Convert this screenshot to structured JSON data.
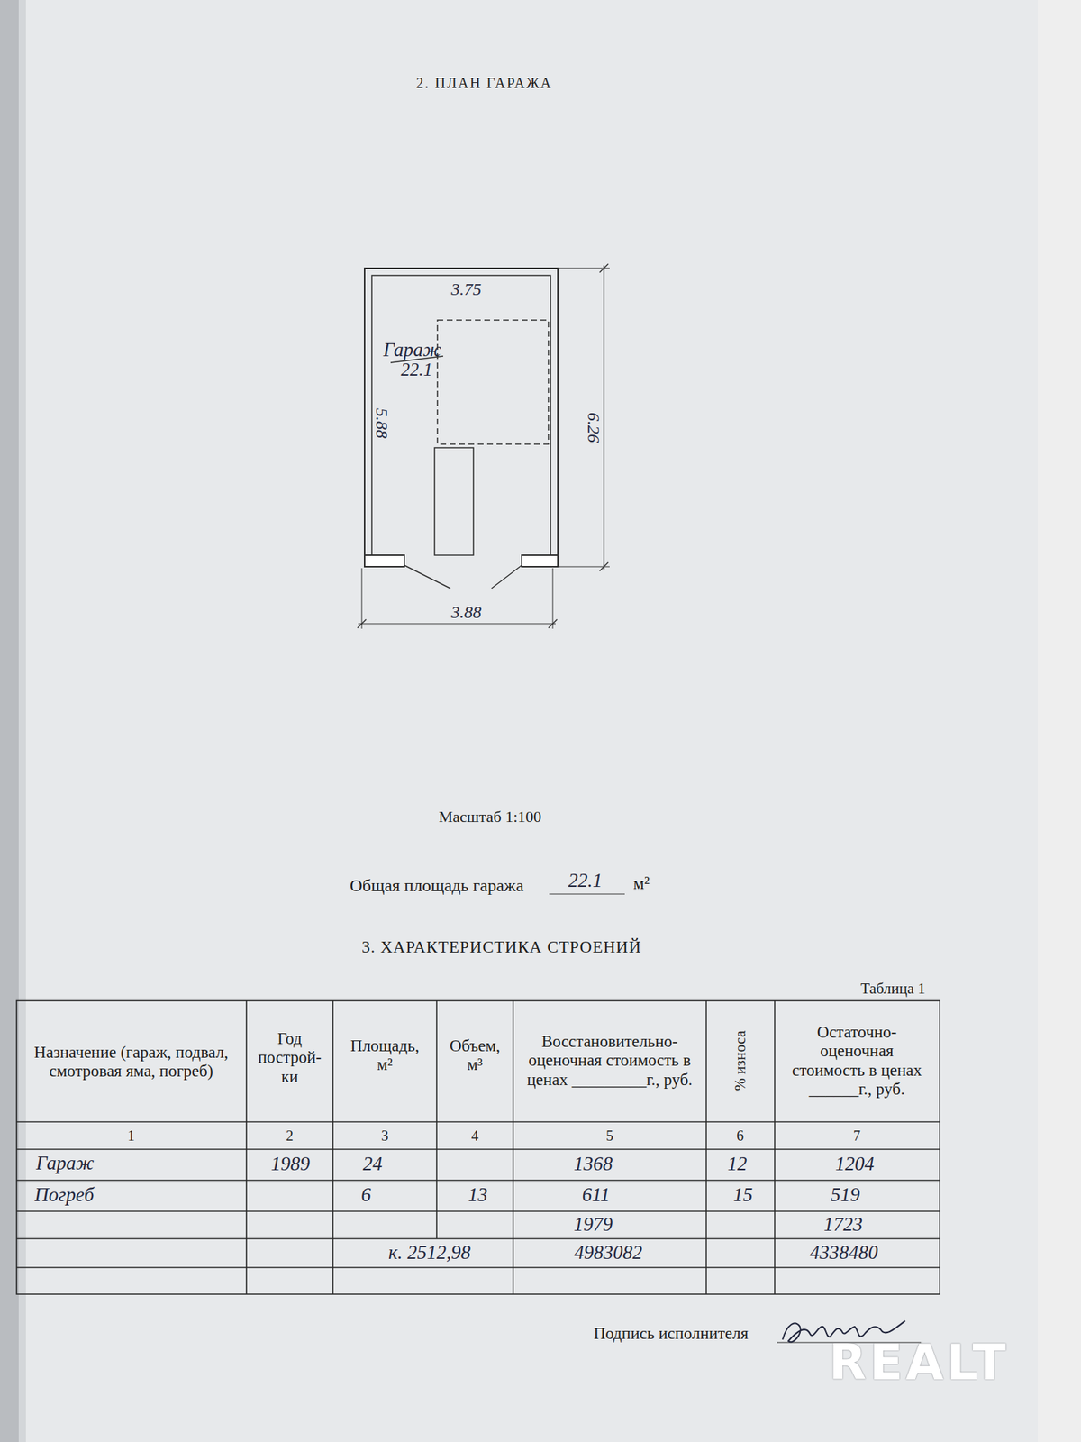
{
  "diagram": {
    "title": "2. ПЛАН ГАРАЖА",
    "nodes": [
      {
        "text": [
          "Гараж",
          "22.1"
        ]
      }
    ],
    "labels": [
      "3.75",
      "5.88",
      "6.26",
      "3.88",
      "Масштаб 1:100",
      "Общая площадь гаража",
      "22.1",
      "м²",
      "3. ХАРАКТЕРИСТИКА СТРОЕНИЙ",
      "Таблица 1",
      "Назначение (гараж, подвал, смотровая яма, погреб)",
      "Год построй- ки",
      "Площадь, м²",
      "Объем, м³",
      "Восстановительно- оценочная стоимость в ценах _________г., руб.",
      "% износа",
      "Остаточно- оценочная стоимость в ценах ______г., руб.",
      "1",
      "2",
      "3",
      "4",
      "5",
      "6",
      "7",
      "Гараж",
      "1989",
      "24",
      "1368",
      "12",
      "1204",
      "Погреб",
      "6",
      "13",
      "611",
      "15",
      "519",
      "1979",
      "1723",
      "к. 2512,98",
      "4983082",
      "4338480",
      "Подпись исполнителя",
      "REALT"
    ]
  }
}
